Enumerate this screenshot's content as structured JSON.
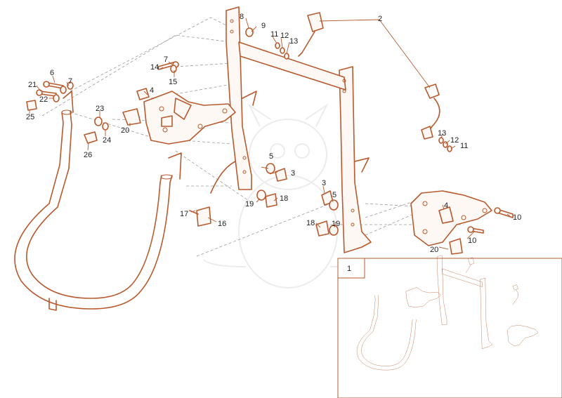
{
  "diagram": {
    "callouts": [
      {
        "id": "c1",
        "text": "1"
      },
      {
        "id": "c2",
        "text": "2"
      },
      {
        "id": "c3a",
        "text": "3"
      },
      {
        "id": "c3b",
        "text": "3"
      },
      {
        "id": "c4a",
        "text": "4"
      },
      {
        "id": "c4b",
        "text": "4"
      },
      {
        "id": "c5a",
        "text": "5"
      },
      {
        "id": "c5b",
        "text": "5"
      },
      {
        "id": "c6",
        "text": "6"
      },
      {
        "id": "c7a",
        "text": "7"
      },
      {
        "id": "c7b",
        "text": "7"
      },
      {
        "id": "c8",
        "text": "8"
      },
      {
        "id": "c9",
        "text": "9"
      },
      {
        "id": "c10a",
        "text": "10"
      },
      {
        "id": "c10b",
        "text": "10"
      },
      {
        "id": "c11a",
        "text": "11"
      },
      {
        "id": "c11b",
        "text": "11"
      },
      {
        "id": "c12a",
        "text": "12"
      },
      {
        "id": "c12b",
        "text": "12"
      },
      {
        "id": "c13a",
        "text": "13"
      },
      {
        "id": "c13b",
        "text": "13"
      },
      {
        "id": "c14",
        "text": "14"
      },
      {
        "id": "c15",
        "text": "15"
      },
      {
        "id": "c16",
        "text": "16"
      },
      {
        "id": "c17",
        "text": "17"
      },
      {
        "id": "c18a",
        "text": "18"
      },
      {
        "id": "c18b",
        "text": "18"
      },
      {
        "id": "c19a",
        "text": "19"
      },
      {
        "id": "c19b",
        "text": "19"
      },
      {
        "id": "c20a",
        "text": "20"
      },
      {
        "id": "c20b",
        "text": "20"
      },
      {
        "id": "c21",
        "text": "21"
      },
      {
        "id": "c22",
        "text": "22"
      },
      {
        "id": "c23",
        "text": "23"
      },
      {
        "id": "c24",
        "text": "24"
      },
      {
        "id": "c25",
        "text": "25"
      },
      {
        "id": "c26",
        "text": "26"
      }
    ]
  }
}
